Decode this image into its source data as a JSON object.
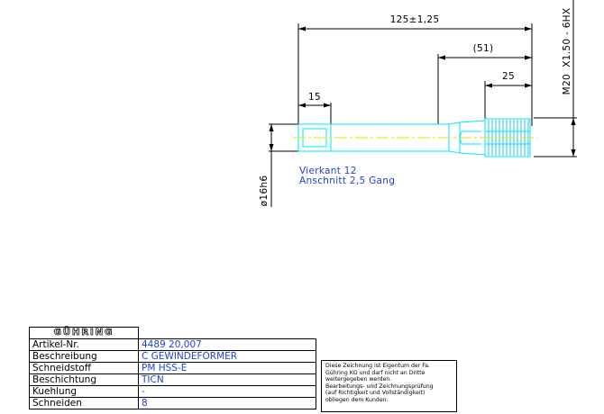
{
  "dimensions": {
    "overall_length": "125±1,25",
    "mid_length": "(51)",
    "square_length": "15",
    "thread_length": "25",
    "shank_diameter": "ø16h6",
    "thread_spec": "M20  X1.50 - 6HX"
  },
  "annotations": {
    "line1": "Vierkant 12",
    "line2": "Anschnitt 2,5 Gang"
  },
  "title_block": {
    "logo": "GÜHRING",
    "rows": [
      {
        "label": "Artikel-Nr.",
        "value": "4489 20,007"
      },
      {
        "label": "Beschreibung",
        "value": "C GEWINDEFORMER"
      },
      {
        "label": "Schneidstoff",
        "value": "PM HSS-E"
      },
      {
        "label": "Beschichtung",
        "value": "TICN"
      },
      {
        "label": "Kuehlung",
        "value": "-"
      },
      {
        "label": "Schneiden",
        "value": "8"
      }
    ]
  },
  "note_lines": [
    "Diese Zeichnung ist Eigentum der Fa.",
    "Gühring KG und darf nicht an Dritte",
    "weitergegeben werden.",
    "Bearbeitungs- und Zeichnungsprüfung",
    "(auf Richtigkeit und Vollständigkeit)",
    "obliegen dem Kunden."
  ],
  "colors": {
    "dimension_lines": "#000000",
    "tool_outline": "#00e5ff",
    "centerline": "#e6e600",
    "annotation_text": "#1f3fd8",
    "drawing_background": "#ffffff"
  }
}
